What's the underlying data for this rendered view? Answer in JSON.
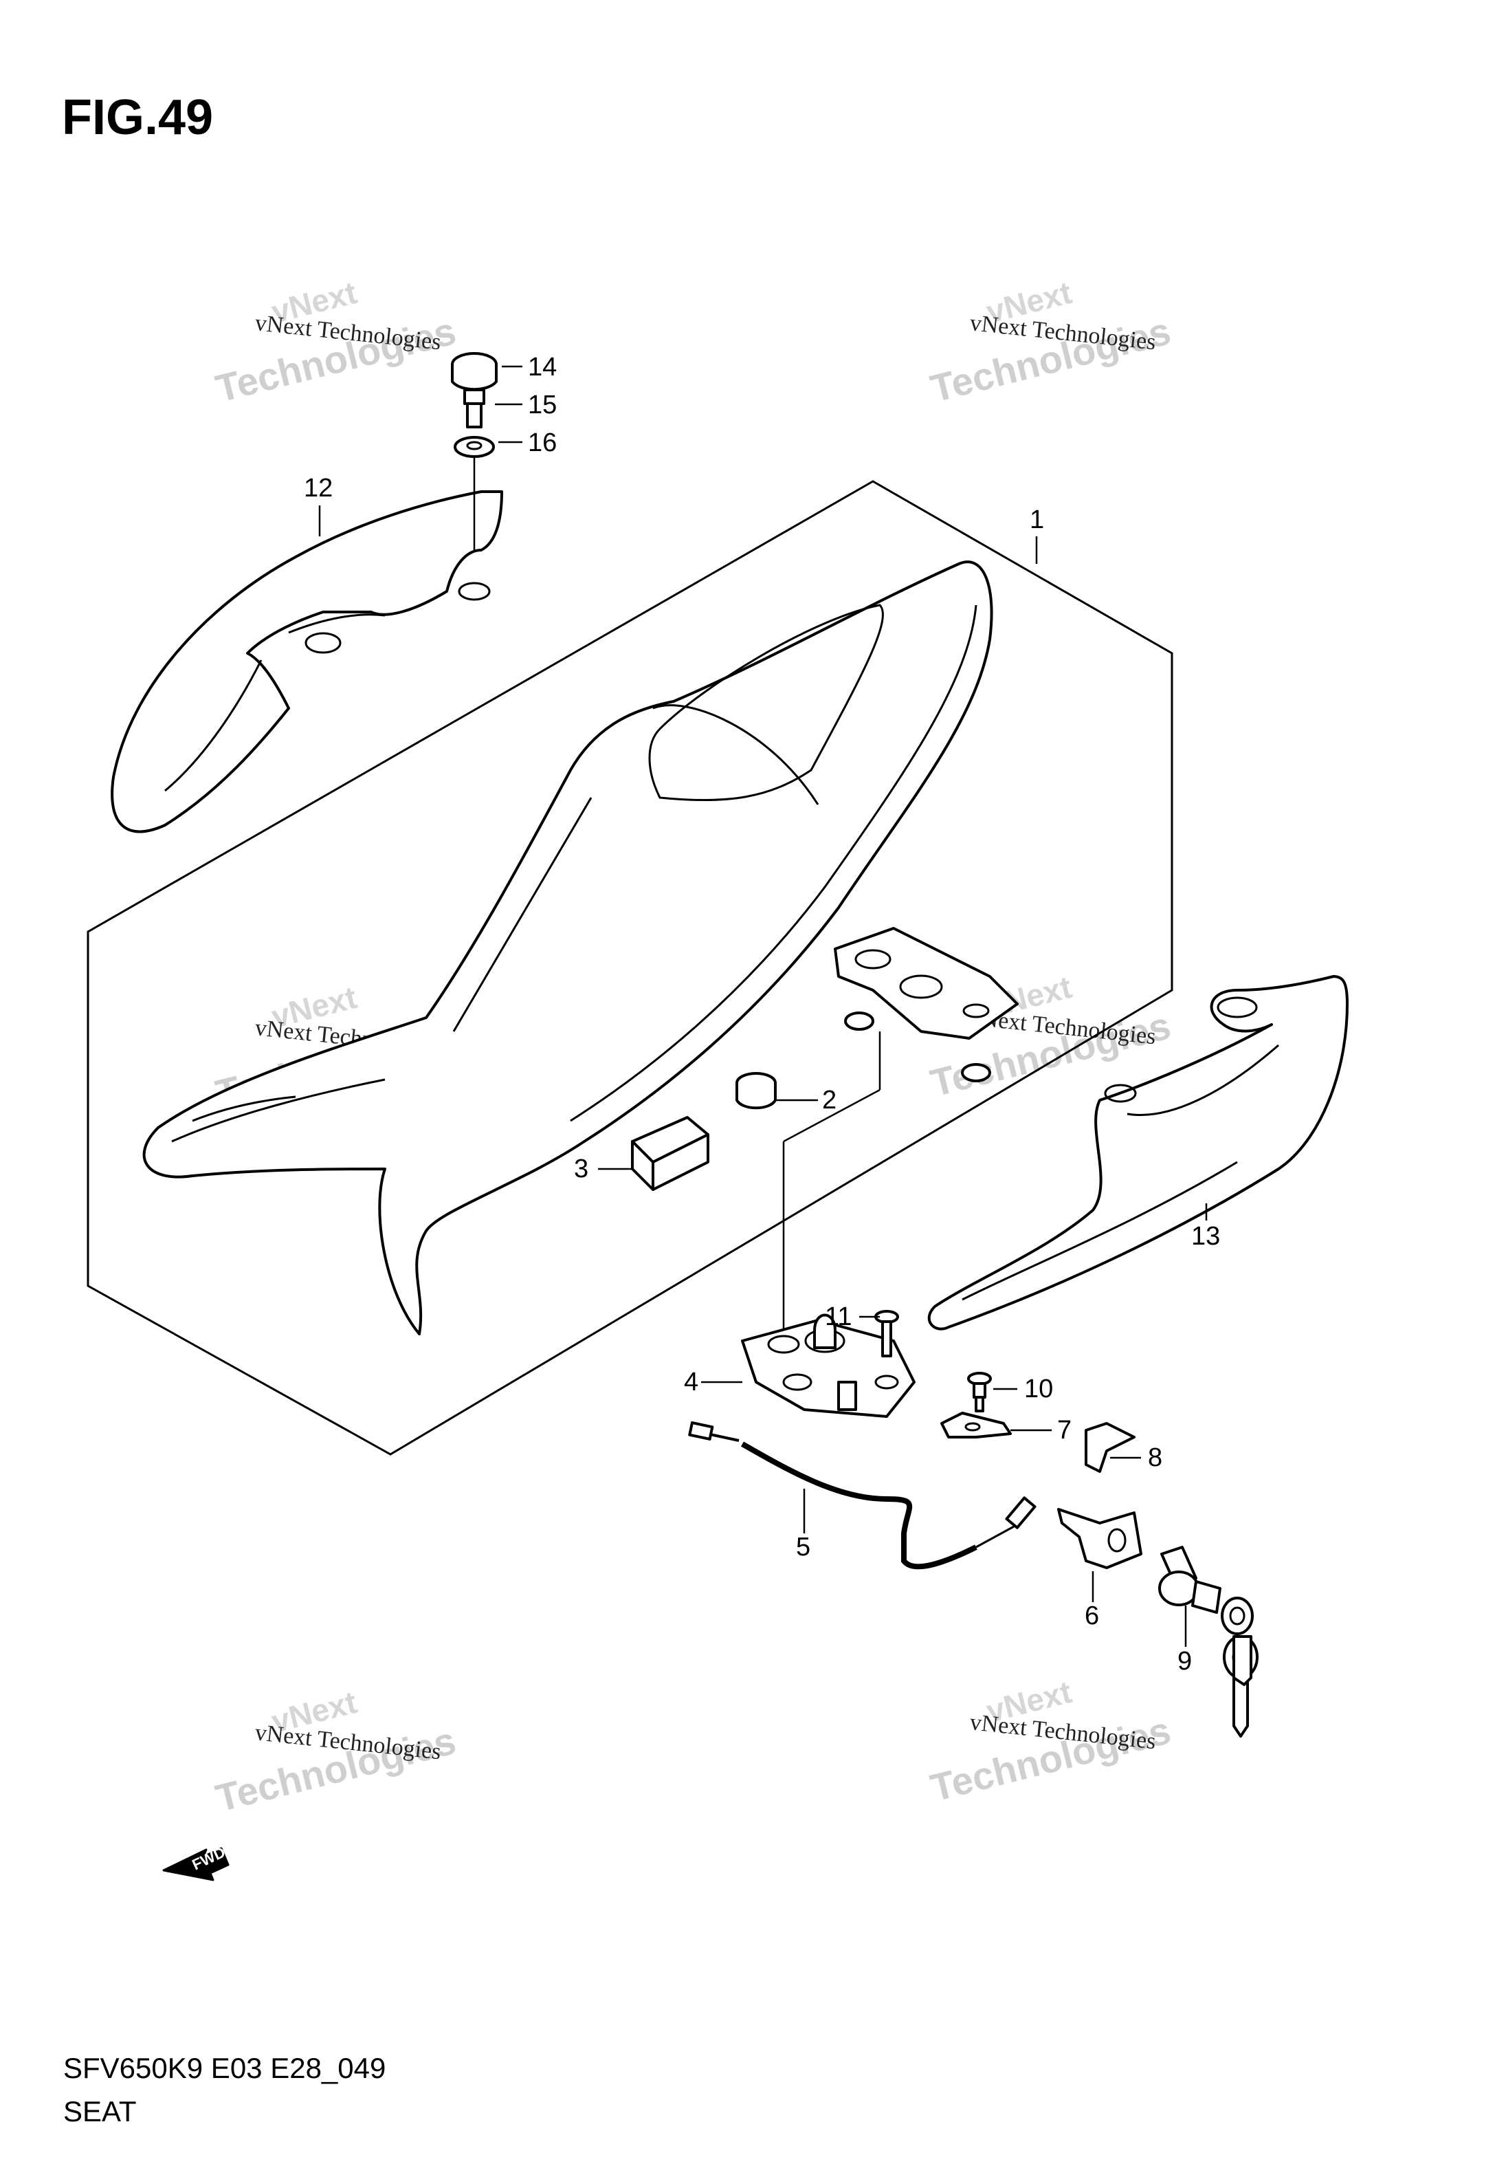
{
  "figure": {
    "title": "FIG.49",
    "model_code": "SFV650K9 E03 E28_049",
    "section_name": "SEAT"
  },
  "callouts": [
    "1",
    "2",
    "3",
    "4",
    "5",
    "6",
    "7",
    "8",
    "9",
    "10",
    "11",
    "12",
    "13",
    "14",
    "15",
    "16"
  ],
  "watermark": {
    "line1": "vNext Technologies",
    "line2": "Technologies",
    "line3": "vNext"
  },
  "fwd_label": "FWD"
}
